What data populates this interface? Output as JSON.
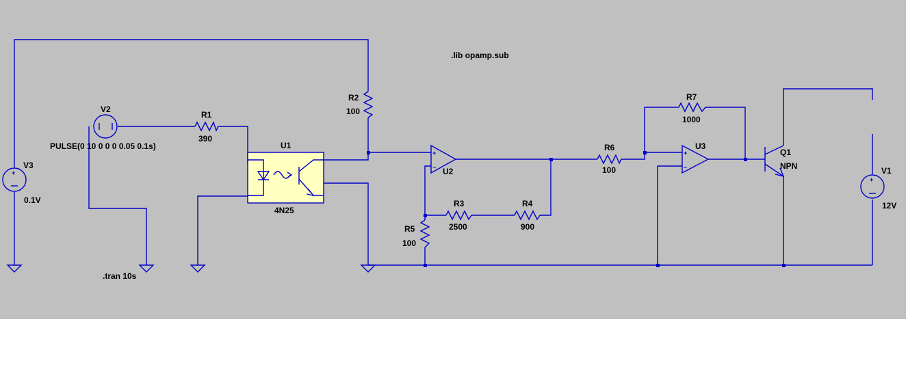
{
  "directives": {
    "lib": ".lib opamp.sub",
    "tran": ".tran 10s"
  },
  "components": {
    "v3": {
      "ref": "V3",
      "value": "0.1V"
    },
    "v2": {
      "ref": "V2",
      "value": "PULSE(0 10 0 0 0 0.05 0.1s)"
    },
    "r1": {
      "ref": "R1",
      "value": "390"
    },
    "r2": {
      "ref": "R2",
      "value": "100"
    },
    "u1": {
      "ref": "U1",
      "value": "4N25"
    },
    "u2": {
      "ref": "U2"
    },
    "r3": {
      "ref": "R3",
      "value": "2500"
    },
    "r4": {
      "ref": "R4",
      "value": "900"
    },
    "r5": {
      "ref": "R5",
      "value": "100"
    },
    "r6": {
      "ref": "R6",
      "value": "100"
    },
    "r7": {
      "ref": "R7",
      "value": "1000"
    },
    "u3": {
      "ref": "U3"
    },
    "q1": {
      "ref": "Q1",
      "value": "NPN"
    },
    "v1": {
      "ref": "V1",
      "value": "12V"
    }
  },
  "colors": {
    "background": "#c0c0c0",
    "wire": "#0000c8",
    "optocoupler_fill": "#ffffc0"
  }
}
